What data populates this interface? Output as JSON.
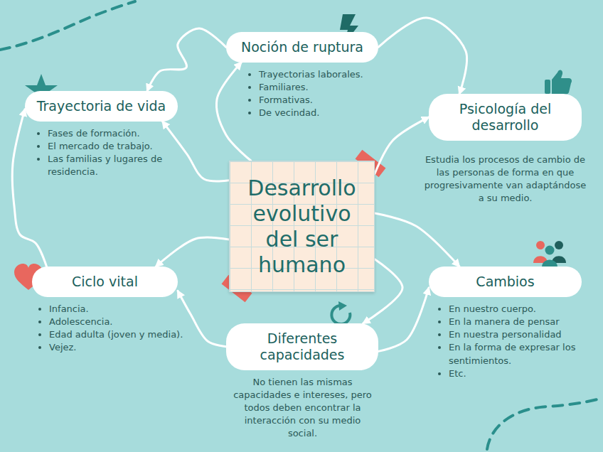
{
  "diagram": {
    "nodes": [
      {
        "text": [
          "Noción de ruptura",
          "Trayectorias laborales.",
          "Familiares.",
          "Formativas.",
          "De vecindad."
        ]
      },
      {
        "text": [
          "Trayectoria de vida",
          "Fases de formación.",
          "El mercado de trabajo.",
          "Las familias y lugares de residencia."
        ]
      },
      {
        "text": [
          "Psicología del desarrollo",
          "Estudia los procesos de cambio de las personas de forma en que progresivamente van adaptándose a su medio."
        ]
      },
      {
        "text": [
          "Desarrollo evolutivo del ser humano"
        ]
      },
      {
        "text": [
          "Ciclo vital",
          "Infancia.",
          "Adolescencia.",
          "Edad adulta (joven y media).",
          "Vejez."
        ]
      },
      {
        "text": [
          "Cambios",
          "En nuestro cuerpo.",
          "En la manera de pensar",
          "En nuestra personalidad",
          "En la forma de expresar los sentimientos.",
          "Etc."
        ]
      },
      {
        "text": [
          "Diferentes capacidades",
          "No tienen las mismas capacidades e intereses, pero todos deben encontrar la interacción con su medio social."
        ]
      }
    ],
    "edges": [
      {
        "from": 3,
        "to": 0,
        "arrow": "to"
      },
      {
        "from": 0,
        "to": 1,
        "arrow": "to"
      },
      {
        "from": 0,
        "to": 2,
        "arrow": "to"
      },
      {
        "from": 3,
        "to": 2,
        "arrow": "to"
      },
      {
        "from": 3,
        "to": 1,
        "arrow": "to"
      },
      {
        "from": 3,
        "to": 5,
        "arrow": "to"
      },
      {
        "from": 3,
        "to": 4,
        "arrow": "to"
      },
      {
        "from": 3,
        "to": 6,
        "arrow": "to"
      },
      {
        "from": 6,
        "to": 4,
        "arrow": "to"
      },
      {
        "from": 6,
        "to": 5,
        "arrow": "to"
      },
      {
        "from": 4,
        "to": 1,
        "arrow": "to"
      }
    ]
  }
}
